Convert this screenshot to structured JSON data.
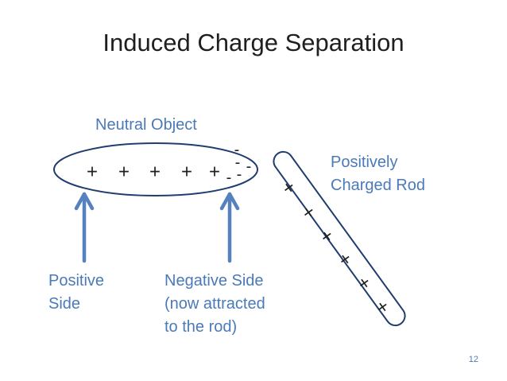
{
  "title": "Induced Charge Separation",
  "labels": {
    "neutral_object": "Neutral Object",
    "charged_rod": [
      "Positively",
      "Charged Rod"
    ],
    "positive_side": [
      "Positive",
      "Side"
    ],
    "negative_side": [
      "Negative Side",
      "(now attracted",
      "to the rod)"
    ]
  },
  "symbols": {
    "plus": "+",
    "minus": "-"
  },
  "colors": {
    "accent": "#4a7ab8",
    "arrow": "#5681bf",
    "title": "#1f1f1f"
  },
  "slide_number": "12"
}
